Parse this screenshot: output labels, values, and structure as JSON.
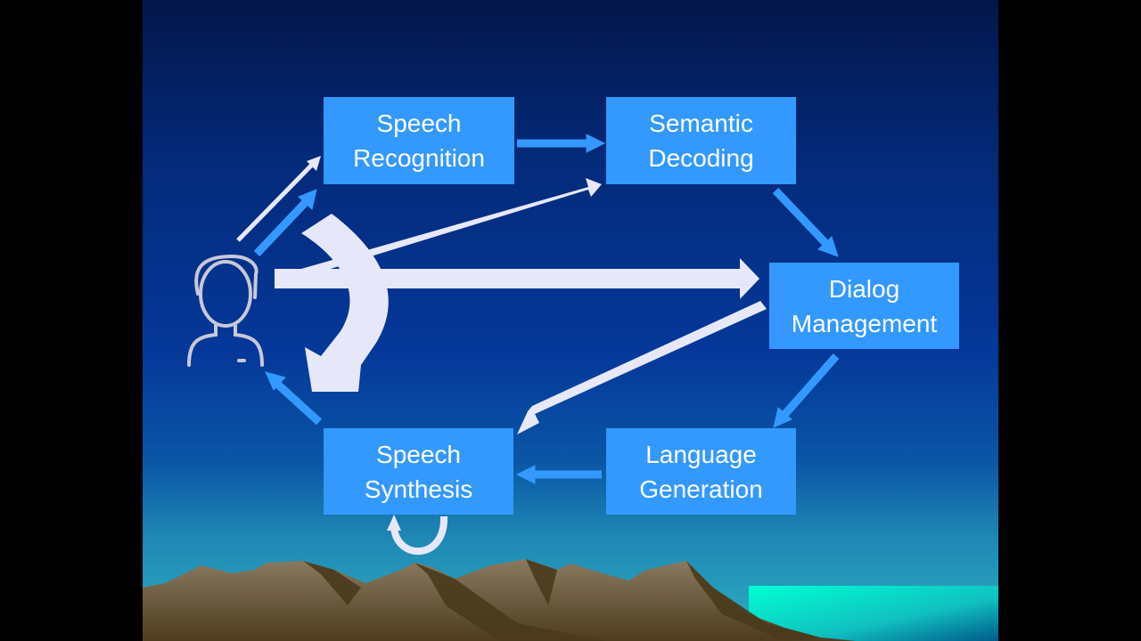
{
  "boxes": {
    "speech_recognition": [
      "Speech",
      "Recognition"
    ],
    "semantic_decoding": [
      "Semantic",
      "Decoding"
    ],
    "dialog_management": [
      "Dialog",
      "Management"
    ],
    "language_generation": [
      "Language",
      "Generation"
    ],
    "speech_synthesis": [
      "Speech",
      "Synthesis"
    ]
  },
  "icons": [
    "user-icon",
    "arrow-icon",
    "curved-arrow-icon",
    "loop-arrow-icon"
  ],
  "colors": {
    "box": "#3399ff",
    "arrow_blue": "#3399ff",
    "arrow_white": "#e6e8fa",
    "mountain": "#7a6a52",
    "water": "#00f0d0"
  }
}
